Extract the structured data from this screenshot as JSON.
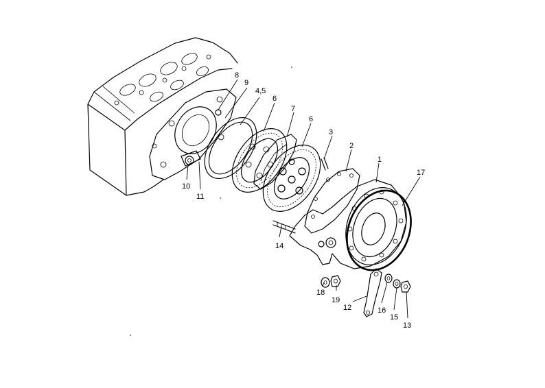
{
  "callouts": {
    "c1": "1",
    "c2": "2",
    "c3": "3",
    "c45": "4,5",
    "c6a": "6",
    "c6b": "6",
    "c7": "7",
    "c8": "8",
    "c9": "9",
    "c10": "10",
    "c11": "11",
    "c12": "12",
    "c13": "13",
    "c14": "14",
    "c15": "15",
    "c16": "16",
    "c17": "17",
    "c18": "18",
    "c19": "19"
  }
}
